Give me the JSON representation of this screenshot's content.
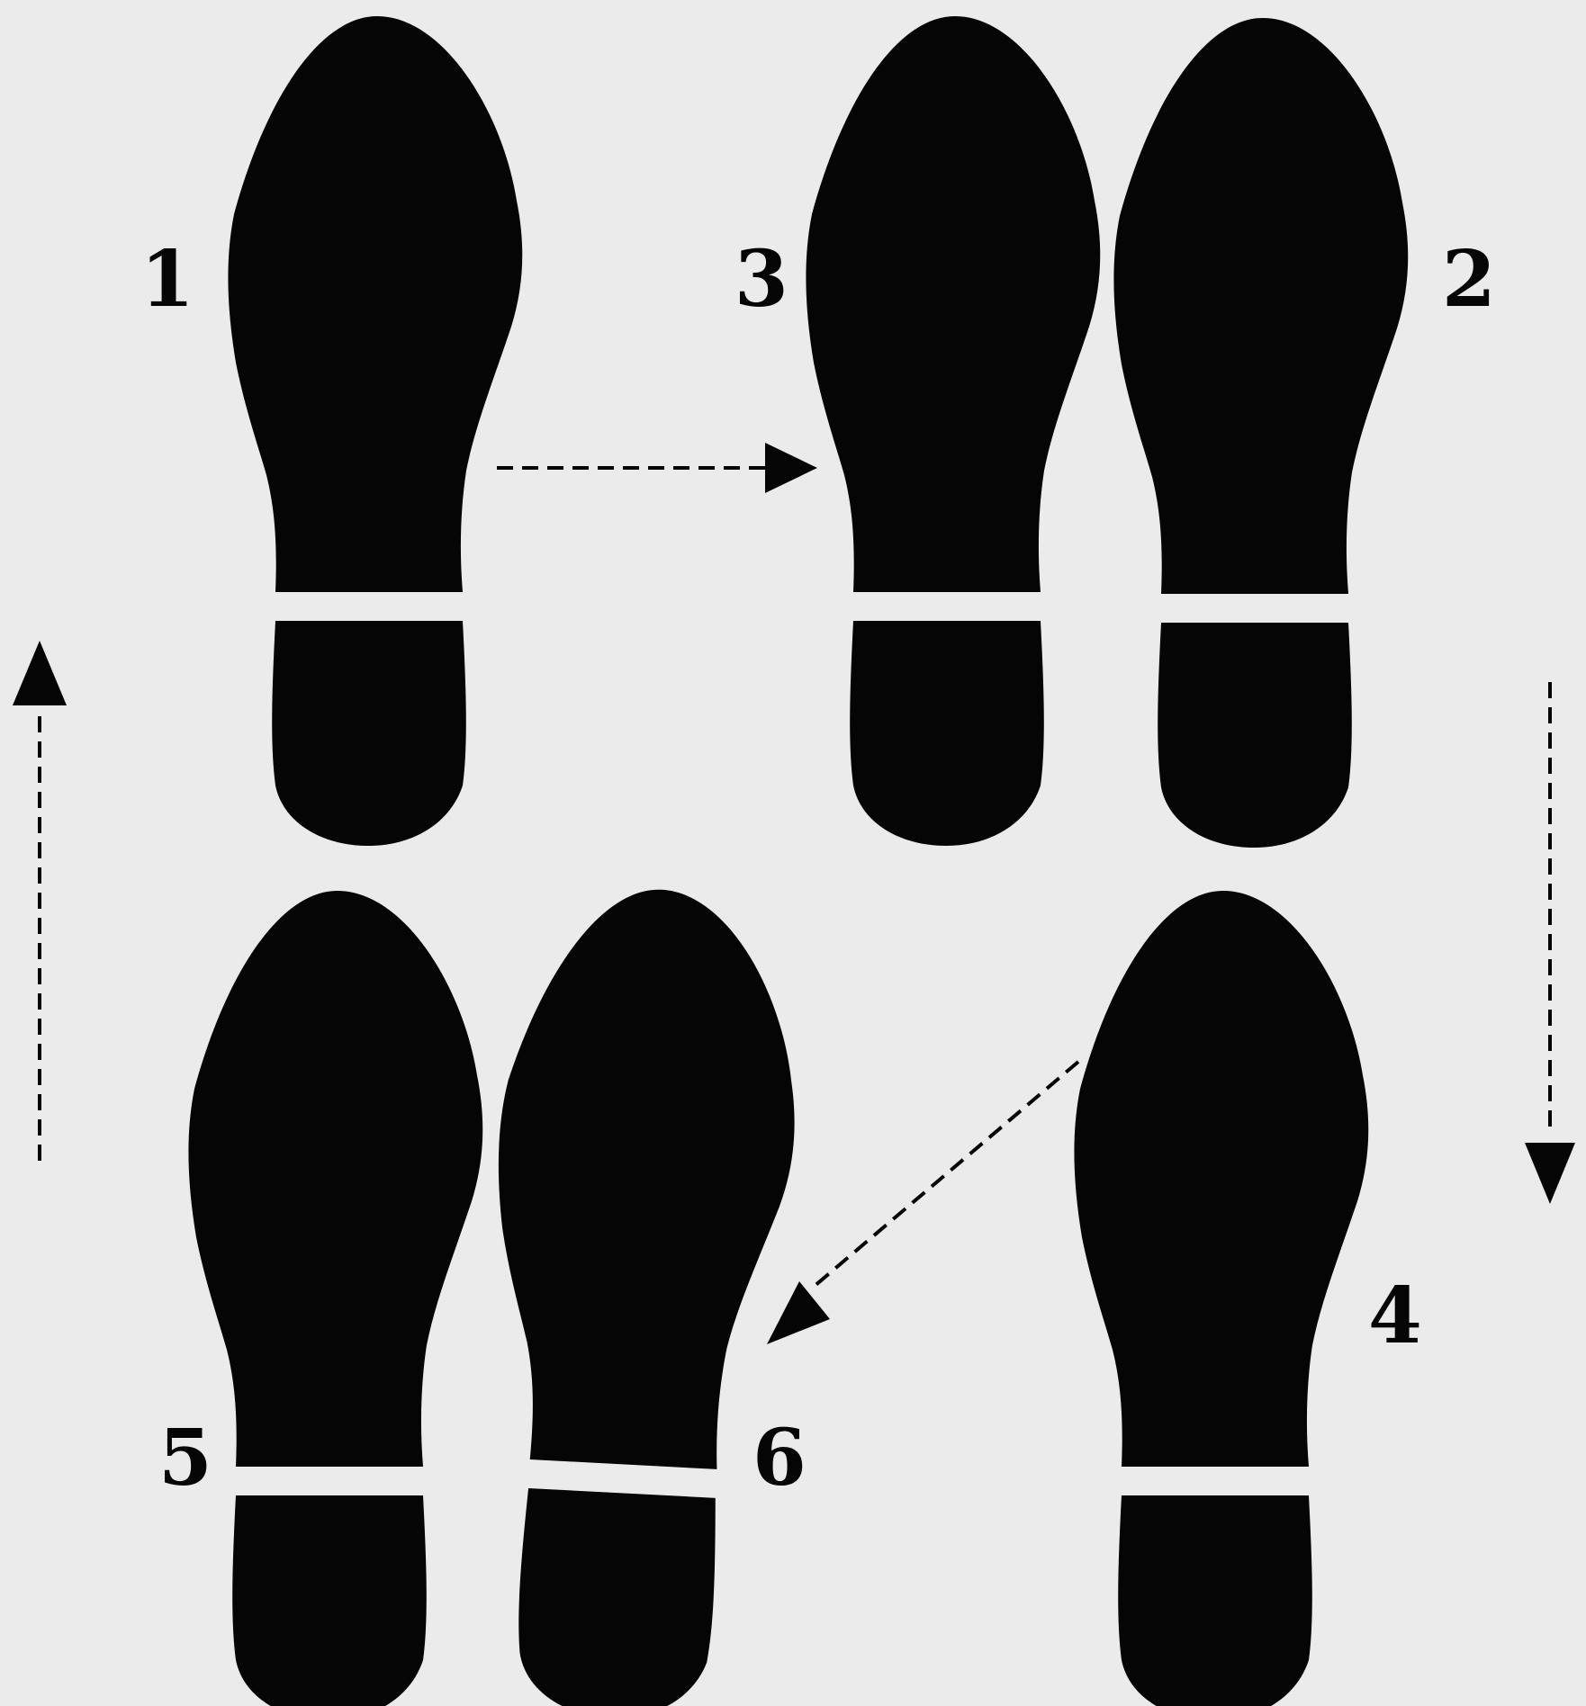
{
  "colors": {
    "background": "#ebebeb",
    "ink": "#050505"
  },
  "steps": [
    {
      "number": "1"
    },
    {
      "number": "2"
    },
    {
      "number": "3"
    },
    {
      "number": "4"
    },
    {
      "number": "5"
    },
    {
      "number": "6"
    }
  ]
}
